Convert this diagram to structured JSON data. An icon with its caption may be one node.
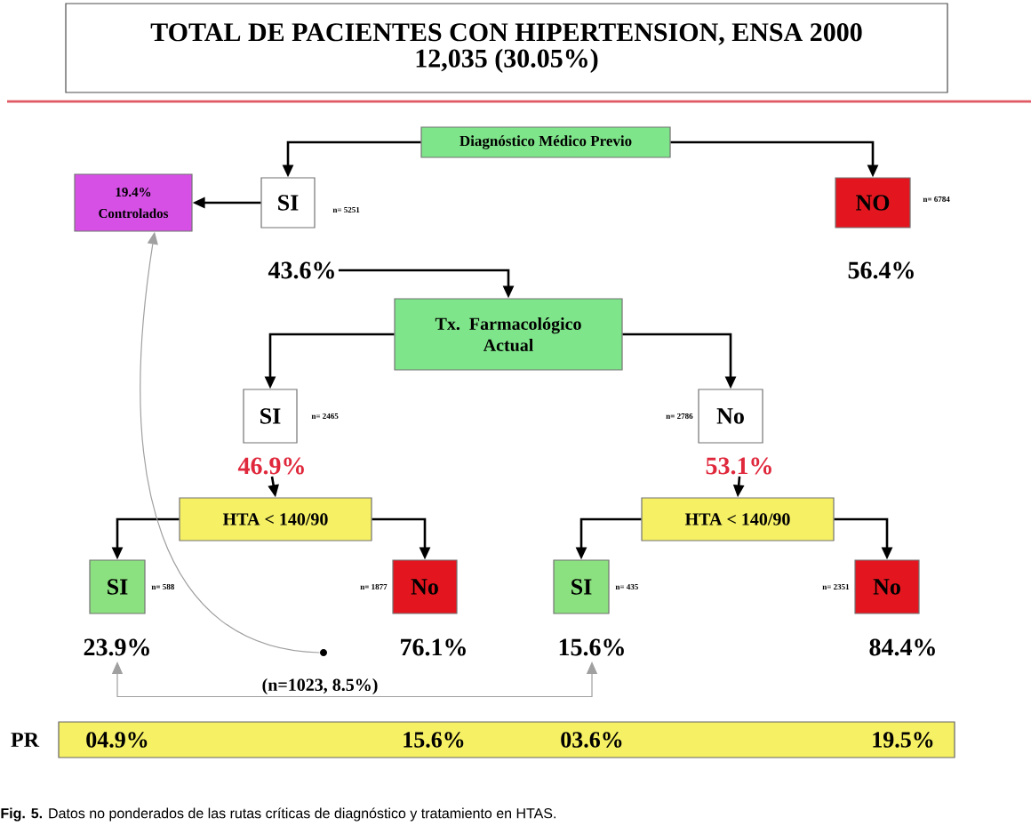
{
  "diagram": {
    "title": "TOTAL DE PACIENTES CON HIPERTENSION, ENSA 2000",
    "caption": "**Fig. 5.** Datos no ponderados de las rutas críticas de diagnóstico y tratamiento en HTAS.",
    "nodes": [
      {
        "text": [
          "Diagnóstico Médico Previo"
        ]
      },
      {
        "text": [
          "SI"
        ],
        "beside": [
          "n= 5251",
          "43.6%"
        ]
      },
      {
        "text": [
          "NO"
        ],
        "beside": [
          "n= 6784",
          "56.4%"
        ]
      },
      {
        "text": [
          "19.4% Controlados"
        ]
      },
      {
        "text": [
          "Tx. Farmacológico Actual"
        ]
      },
      {
        "text": [
          "SI"
        ],
        "beside": [
          "n= 2465",
          "46.9%"
        ]
      },
      {
        "text": [
          "No"
        ],
        "beside": [
          "n= 2786",
          "53.1%"
        ]
      },
      {
        "text": [
          "HTA < 140/90"
        ]
      },
      {
        "text": [
          "HTA < 140/90"
        ]
      },
      {
        "text": [
          "SI"
        ],
        "beside": [
          "n= 588",
          "23.9%"
        ]
      },
      {
        "text": [
          "No"
        ],
        "beside": [
          "n= 1877",
          "76.1%"
        ]
      },
      {
        "text": [
          "SI"
        ],
        "beside": [
          "n= 435",
          "15.6%"
        ]
      },
      {
        "text": [
          "No"
        ],
        "beside": [
          "n= 2351",
          "84.4%"
        ]
      },
      {
        "text": [],
        "shape": "circle"
      },
      {
        "text": [
          "(n=1023, 8.5%)"
        ]
      },
      {
        "text": [
          "04.9%",
          "15.6%",
          "03.6%",
          "19.5%"
        ],
        "beside": [
          "PR"
        ]
      }
    ],
    "edges": [
      {
        "from": 0,
        "to": 1,
        "arrow": "to"
      },
      {
        "from": 0,
        "to": 2,
        "arrow": "to"
      },
      {
        "from": 1,
        "to": 3,
        "arrow": "to"
      },
      {
        "from": 1,
        "to": 4,
        "arrow": "to"
      },
      {
        "from": 4,
        "to": 5,
        "arrow": "to"
      },
      {
        "from": 4,
        "to": 6,
        "arrow": "to"
      },
      {
        "from": 5,
        "to": 7,
        "arrow": "to"
      },
      {
        "from": 6,
        "to": 8,
        "arrow": "to"
      },
      {
        "from": 7,
        "to": 9,
        "arrow": "to"
      },
      {
        "from": 7,
        "to": 10,
        "arrow": "to"
      },
      {
        "from": 8,
        "to": 11,
        "arrow": "to"
      },
      {
        "from": 8,
        "to": 12,
        "arrow": "to"
      },
      {
        "from": 13,
        "to": 3,
        "arrow": "to",
        "color": "#a0a0a0"
      },
      {
        "from": 14,
        "to": 9,
        "arrow": "to",
        "color": "#a0a0a0"
      },
      {
        "from": 14,
        "to": 11,
        "arrow": "to",
        "color": "#a0a0a0"
      }
    ],
    "labels": [
      "12,035 (30.05%)"
    ]
  }
}
